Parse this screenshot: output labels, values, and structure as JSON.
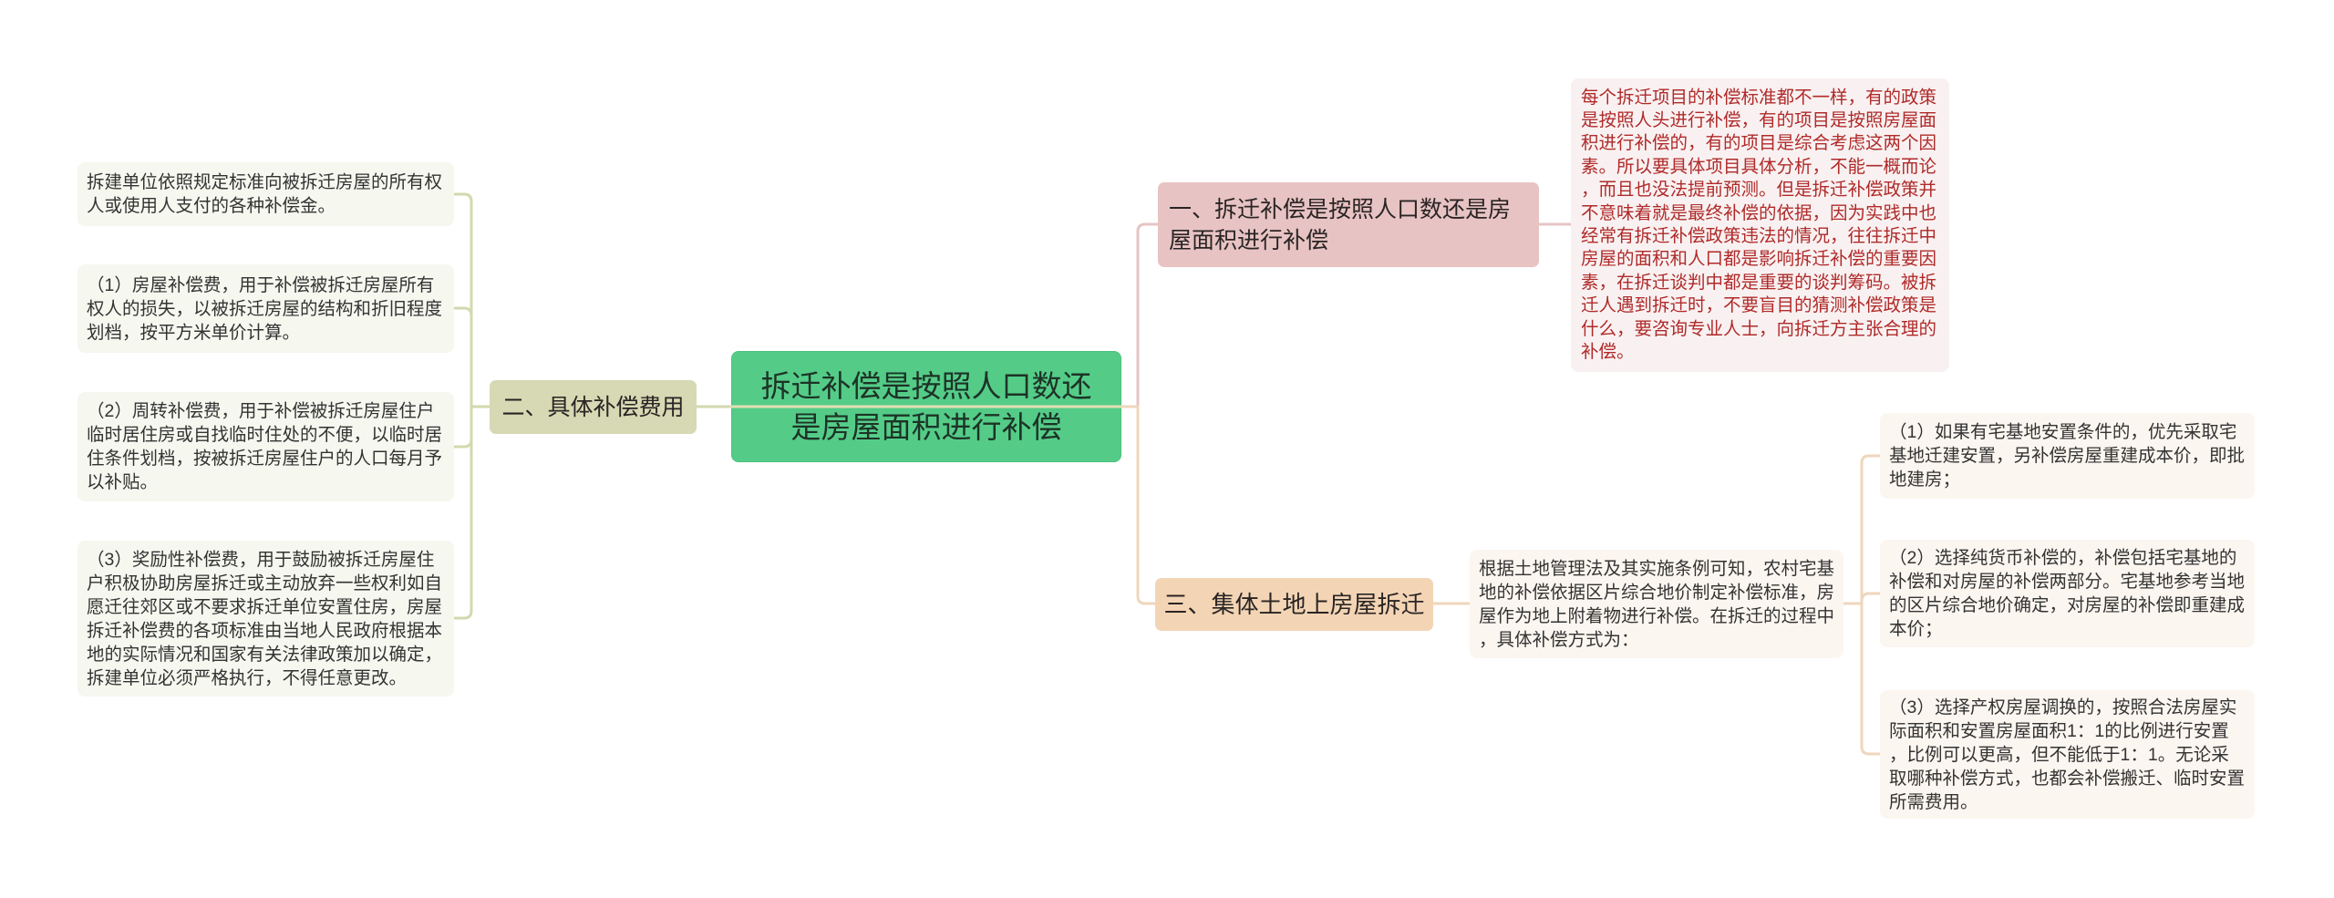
{
  "mindmap": {
    "root": {
      "lines": [
        "拆迁补偿是按照人口数还",
        "是房屋面积进行补偿"
      ],
      "color": "#54cc88"
    },
    "branch_1": {
      "label_lines": [
        "一、拆迁补偿是按照人口数还是房",
        "屋面积进行补偿"
      ],
      "color": "#e8c3c3",
      "detail": {
        "text_color": "#b02a2a",
        "lines": [
          "每个拆迁项目的补偿标准都不一样，有的政策",
          "是按照人头进行补偿，有的项目是按照房屋面",
          "积进行补偿的，有的项目是综合考虑这两个因",
          "素。所以要具体项目具体分析，不能一概而论",
          "，而且也没法提前预测。但是拆迁补偿政策并",
          "不意味着就是最终补偿的依据，因为实践中也",
          "经常有拆迁补偿政策违法的情况，往往拆迁中",
          "房屋的面积和人口都是影响拆迁补偿的重要因",
          "素，在拆迁谈判中都是重要的谈判筹码。被拆",
          "迁人遇到拆迁时，不要盲目的猜测补偿政策是",
          "什么，要咨询专业人士，向拆迁方主张合理的",
          "补偿。"
        ]
      }
    },
    "branch_2": {
      "label_lines": [
        "二、具体补偿费用"
      ],
      "color": "#d6d9b3",
      "details": [
        {
          "lines": [
            "拆建单位依照规定标准向被拆迁房屋的所有权",
            "人或使用人支付的各种补偿金。"
          ]
        },
        {
          "lines": [
            "（1）房屋补偿费，用于补偿被拆迁房屋所有",
            "权人的损失，以被拆迁房屋的结构和折旧程度",
            "划档，按平方米单价计算。"
          ]
        },
        {
          "lines": [
            "（2）周转补偿费，用于补偿被拆迁房屋住户",
            "临时居住房或自找临时住处的不便，以临时居",
            "住条件划档，按被拆迁房屋住户的人口每月予",
            "以补贴。"
          ]
        },
        {
          "lines": [
            "（3）奖励性补偿费，用于鼓励被拆迁房屋住",
            "户积极协助房屋拆迁或主动放弃一些权利如自",
            "愿迁往郊区或不要求拆迁单位安置住房，房屋",
            "拆迁补偿费的各项标准由当地人民政府根据本",
            "地的实际情况和国家有关法律政策加以确定，",
            "拆建单位必须严格执行，不得任意更改。"
          ]
        }
      ]
    },
    "branch_3": {
      "label_lines": [
        "三、集体土地上房屋拆迁"
      ],
      "color": "#f3d5b5",
      "detail": {
        "lines": [
          "根据土地管理法及其实施条例可知，农村宅基",
          "地的补偿依据区片综合地价制定补偿标准，房",
          "屋作为地上附着物进行补偿。在拆迁的过程中",
          "，具体补偿方式为："
        ],
        "sub_items": [
          {
            "lines": [
              "（1）如果有宅基地安置条件的，优先采取宅",
              "基地迁建安置，另补偿房屋重建成本价，即批",
              "地建房；"
            ]
          },
          {
            "lines": [
              "（2）选择纯货币补偿的，补偿包括宅基地的",
              "补偿和对房屋的补偿两部分。宅基地参考当地",
              "的区片综合地价确定，对房屋的补偿即重建成",
              "本价；"
            ]
          },
          {
            "lines": [
              "（3）选择产权房屋调换的，按照合法房屋实",
              "际面积和安置房屋面积1：1的比例进行安置",
              "，比例可以更高，但不能低于1：1。无论采",
              "取哪种补偿方式，也都会补偿搬迁、临时安置",
              "所需费用。"
            ]
          }
        ]
      }
    }
  }
}
